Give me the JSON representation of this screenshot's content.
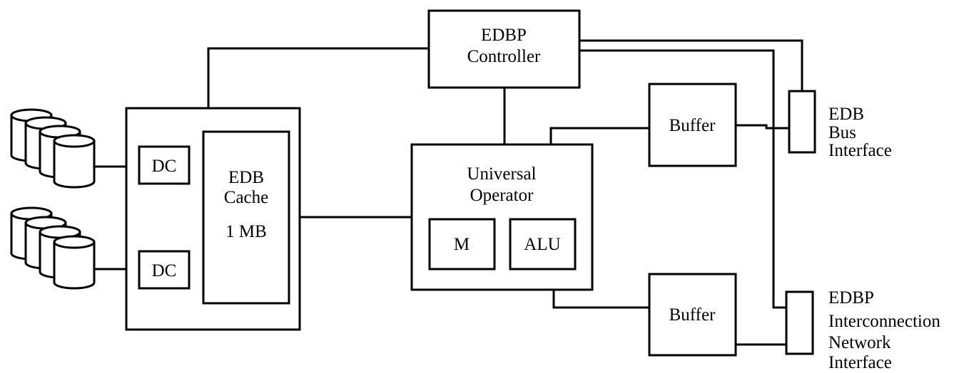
{
  "controller": {
    "line1": "EDBP",
    "line2": "Controller"
  },
  "cache": {
    "line1": "EDB",
    "line2": "Cache",
    "line3": "1 MB"
  },
  "disk_controllers": [
    {
      "label": "DC"
    },
    {
      "label": "DC"
    }
  ],
  "universal_operator": {
    "line1": "Universal",
    "line2": "Operator",
    "memory": "M",
    "alu": "ALU"
  },
  "buffers": [
    {
      "label": "Buffer"
    },
    {
      "label": "Buffer"
    }
  ],
  "bus_interface": {
    "line1": "EDB",
    "line2": "Bus",
    "line3": "Interface"
  },
  "network_interface": {
    "line1": "EDBP",
    "line2": "Interconnection",
    "line3": "Network",
    "line4": "Interface"
  }
}
